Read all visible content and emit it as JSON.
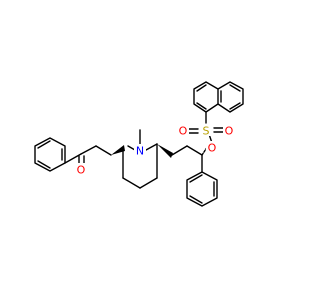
{
  "molecule": {
    "atoms": [
      {
        "id": "o-ketone",
        "label": "O",
        "color": "#ff0000"
      },
      {
        "id": "n-ring",
        "label": "N",
        "color": "#0000ff"
      },
      {
        "id": "s-sulfonyl",
        "label": "S",
        "color": "#b8a000"
      },
      {
        "id": "o-sulfonyl-left",
        "label": "O",
        "color": "#ff0000"
      },
      {
        "id": "o-sulfonyl-right",
        "label": "O",
        "color": "#ff0000"
      },
      {
        "id": "o-ester",
        "label": "O",
        "color": "#ff0000"
      }
    ]
  }
}
